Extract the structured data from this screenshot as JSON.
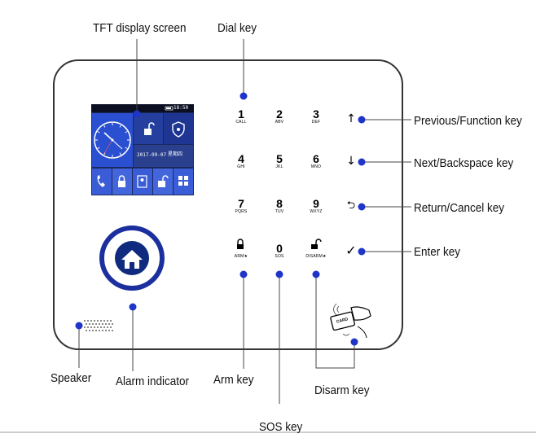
{
  "callouts": {
    "tft_display": "TFT display screen",
    "dial_key": "Dial key",
    "previous_function": "Previous/Function key",
    "next_backspace": "Next/Backspace key",
    "return_cancel": "Return/Cancel key",
    "enter_key": "Enter key",
    "speaker": "Speaker",
    "alarm_indicator": "Alarm indicator",
    "arm_key": "Arm key",
    "sos_key": "SOS key",
    "disarm_key": "Disarm key"
  },
  "keypad": [
    {
      "digit": "1",
      "sub": "CALL"
    },
    {
      "digit": "2",
      "sub": "ABV"
    },
    {
      "digit": "3",
      "sub": "DEF"
    },
    {
      "digit": "4",
      "sub": "GHI"
    },
    {
      "digit": "5",
      "sub": "JKL"
    },
    {
      "digit": "6",
      "sub": "MNO"
    },
    {
      "digit": "7",
      "sub": "PQRS"
    },
    {
      "digit": "8",
      "sub": "TUV"
    },
    {
      "digit": "9",
      "sub": "WXYZ"
    },
    {
      "digit": "",
      "sub": "ARM★"
    },
    {
      "digit": "0",
      "sub": "SOS"
    },
    {
      "digit": "",
      "sub": "DISARM★"
    }
  ],
  "side_keys": {
    "previous": "↑",
    "next": "↓",
    "return": "⮌",
    "enter": "✓"
  },
  "screen": {
    "time": "18:50",
    "date": "2017-09-07",
    "weekday": "星期四"
  },
  "card": {
    "label": "CARD"
  },
  "icons": {
    "arm_key": "closed-padlock-icon",
    "disarm_key": "open-padlock-icon",
    "alarm_indicator": "home-icon",
    "screen_clock": "analog-clock-icon",
    "screen_arm": "open-padlock-icon",
    "screen_shield": "shield-icon",
    "rfid": "card-reader-icon"
  },
  "colors": {
    "marker": "#1f35c9",
    "screen_blue": "#2a4fd1",
    "indicator_ring": "#1c2f9e",
    "frame": "#333333"
  }
}
